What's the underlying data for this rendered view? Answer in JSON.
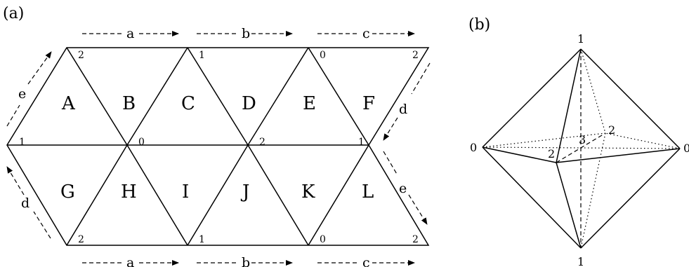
{
  "panels": {
    "a": "(a)",
    "b": "(b)"
  },
  "net": {
    "faces_top": [
      "A",
      "B",
      "C",
      "D",
      "E",
      "F"
    ],
    "faces_bottom": [
      "G",
      "H",
      "I",
      "J",
      "K",
      "L"
    ],
    "top_edge_labels": [
      "a",
      "b",
      "c"
    ],
    "bottom_edge_labels": [
      "a",
      "b",
      "c"
    ],
    "left_top_edge": "e",
    "left_bottom_edge": "d",
    "right_top_edge": "d",
    "right_bottom_edge": "e",
    "vertex_top": [
      "2",
      "1",
      "0",
      "2"
    ],
    "vertex_middle": [
      "1",
      "0",
      "2",
      "1"
    ],
    "vertex_bottom": [
      "2",
      "1",
      "0",
      "2"
    ]
  },
  "octahedron": {
    "top": "1",
    "bottom": "1",
    "left": "0",
    "right": "0",
    "center": "3",
    "front": "2",
    "back": "2"
  }
}
